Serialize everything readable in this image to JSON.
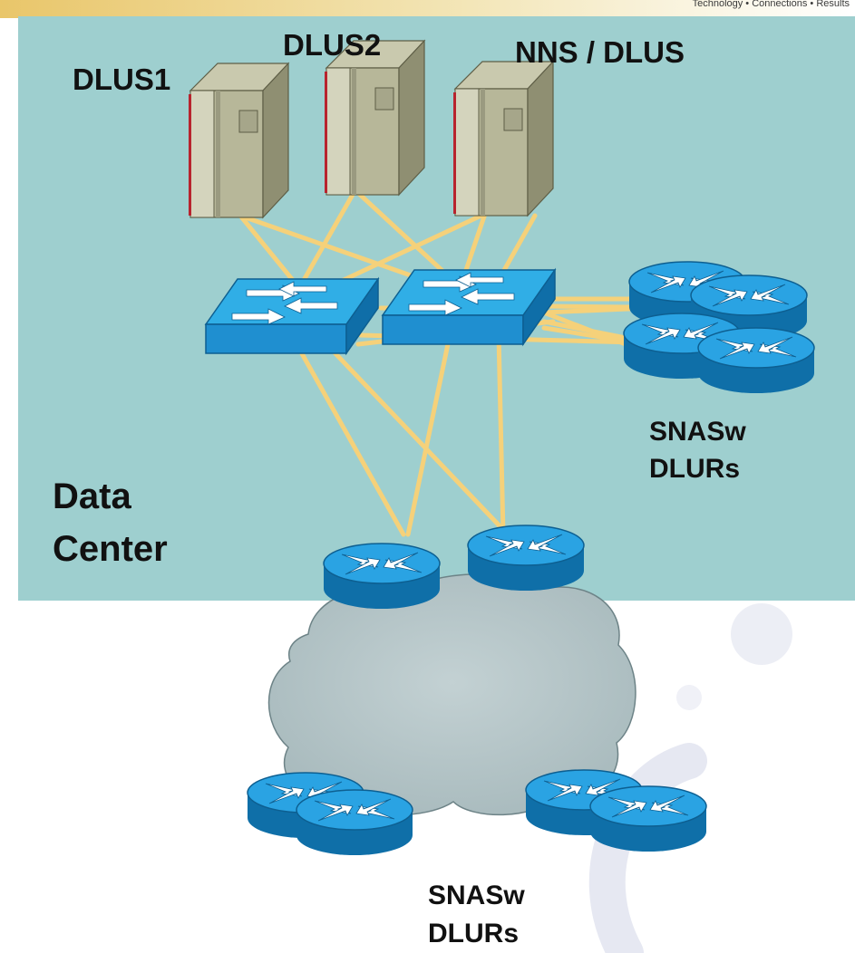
{
  "header": {
    "tagline": "Technology • Connections • Results"
  },
  "colors": {
    "data_center_bg": "#9ecfcf",
    "link": "#f5d17a",
    "router_blue": "#1f8fd0",
    "switch_blue": "#2aa6e0",
    "cloud": "#b4c4c6",
    "server": "#b5b59a"
  },
  "labels": {
    "dlus1": "DLUS1",
    "dlus2": "DLUS2",
    "nns_dlus": "NNS / DLUS",
    "data_center_line1": "Data",
    "data_center_line2": "Center",
    "snasw_dc_line1": "SNASw",
    "snasw_dc_line2": "DLURs",
    "snasw_remote_line1": "SNASw",
    "snasw_remote_line2": "DLURs"
  },
  "icons": {
    "server": "mainframe-server-icon",
    "switch": "lan-switch-icon",
    "router": "router-icon",
    "cloud": "wan-cloud-icon"
  }
}
